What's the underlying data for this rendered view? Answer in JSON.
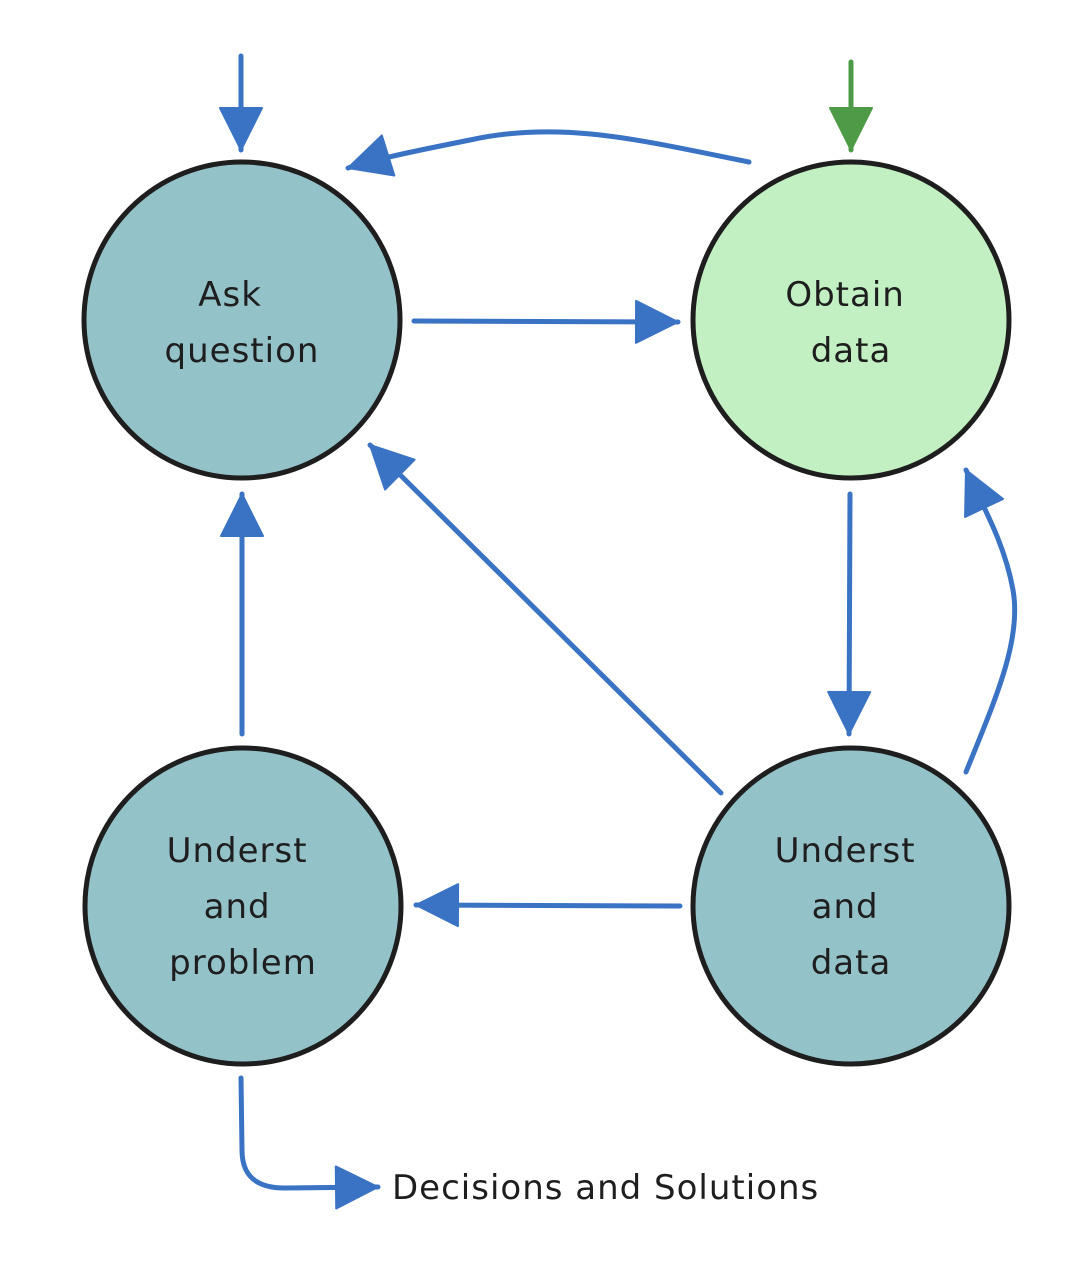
{
  "colors": {
    "edge": "#3a72c4",
    "entry_green": "#4e9b47",
    "node_teal": "#94c2c9",
    "node_green": "#c2f0c2",
    "outline": "#1e1e1e"
  },
  "nodes": [
    {
      "id": "ask-question",
      "lines": [
        "Ask",
        "question"
      ],
      "fill": "#94c2c9"
    },
    {
      "id": "obtain-data",
      "lines": [
        "Obtain",
        "data"
      ],
      "fill": "#c2f0c2"
    },
    {
      "id": "understand-problem",
      "lines": [
        "Underst",
        "and",
        "problem"
      ],
      "fill": "#94c2c9"
    },
    {
      "id": "understand-data",
      "lines": [
        "Underst",
        "and",
        "data"
      ],
      "fill": "#94c2c9"
    }
  ],
  "edges": [
    {
      "from": "entry",
      "to": "ask-question"
    },
    {
      "from": "entry",
      "to": "obtain-data"
    },
    {
      "from": "ask-question",
      "to": "obtain-data"
    },
    {
      "from": "obtain-data",
      "to": "ask-question"
    },
    {
      "from": "obtain-data",
      "to": "understand-data"
    },
    {
      "from": "understand-data",
      "to": "obtain-data"
    },
    {
      "from": "understand-data",
      "to": "ask-question"
    },
    {
      "from": "understand-data",
      "to": "understand-problem"
    },
    {
      "from": "understand-problem",
      "to": "ask-question"
    },
    {
      "from": "understand-problem",
      "to": "decisions-and-solutions"
    }
  ],
  "outcome": {
    "label": "Decisions and Solutions"
  }
}
